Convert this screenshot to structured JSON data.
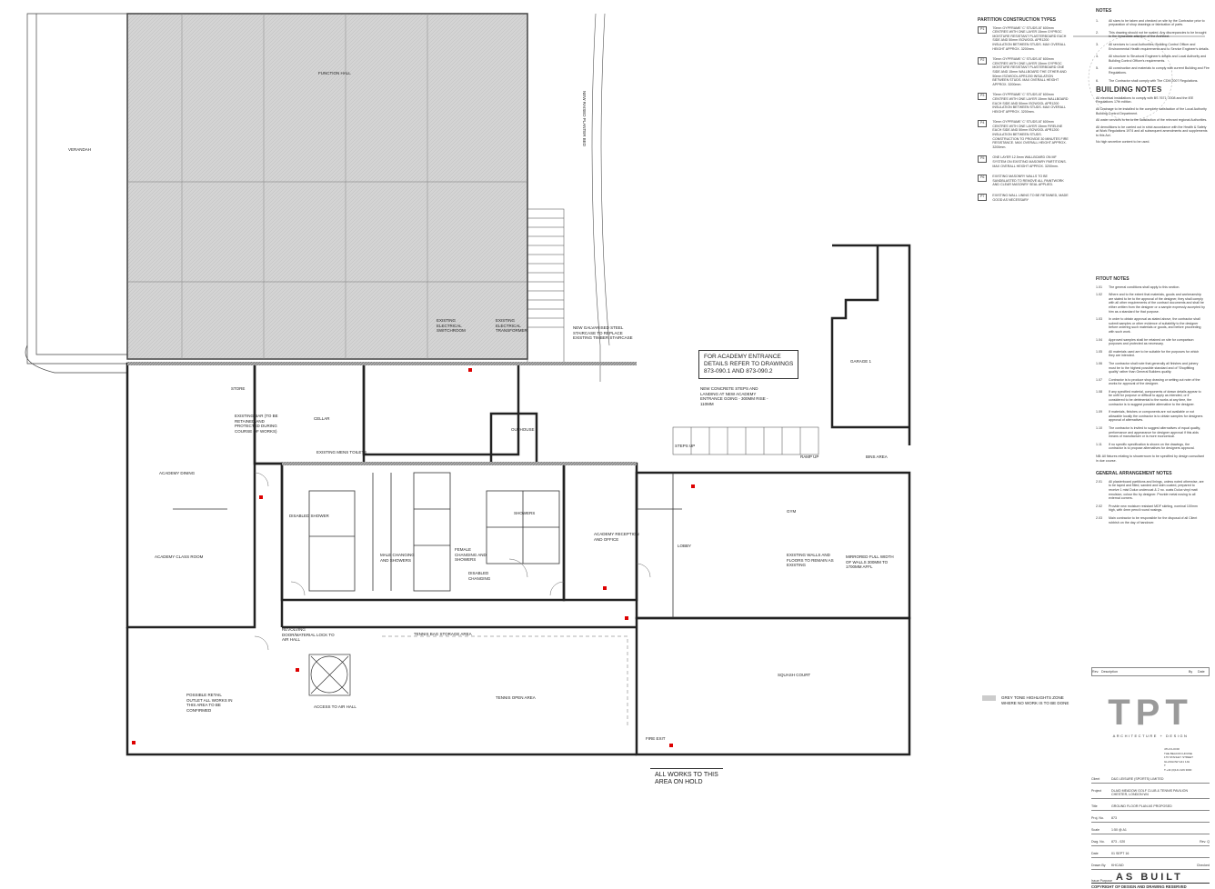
{
  "rooms": {
    "function_hall": "FUNCTION HALL",
    "verandah": "VERANDAH",
    "new_raised_planter": "NEW RAISED PLANTER BED",
    "existing_switchroom": "EXISTING ELECTRICAL SWITCHROOM",
    "existing_transformer": "EXISTING ELECTRICAL TRANSFORMER",
    "store": "STORE",
    "cellar": "CELLAR",
    "outhouse": "OUTHOUSE",
    "existing_mens_toilets": "EXISTING MENS TOILETS",
    "academy_dining": "ACADEMY DINING",
    "academy_class_room": "ACADEMY CLASS ROOM",
    "disabled_shower": "DISABLED SHOWER",
    "male_changing": "MALE CHANGING AND SHOWERS",
    "female_changing": "FEMALE CHANGING AND SHOWERS",
    "showers": "SHOWERS",
    "disabled_changing": "DISABLED CHANGING",
    "academy_reception": "ACADEMY RECEPTION AND OFFICE",
    "lobby": "LOBBY",
    "gym": "GYM",
    "garage": "GARAGE 1",
    "bins_area": "BINS AREA",
    "tennis_bag_storage": "TENNIS BAG STORAGE AREA",
    "tennis_open_area": "TENNIS OPEN AREA",
    "squash_court": "SQUASH COURT",
    "access_to_air_hall": "ACCESS TO AIR HALL",
    "revolving_door": "REVOLVING DOOR/MATERIAL LOCK TO AIR HALL",
    "existing_bar": "EXISTING BAR (TO BE RETAINED AND PROTECTED DURING COURSE OF WORKS)",
    "possible_retail_outlet": "POSSIBLE RETAIL OUTLET ALL WORKS IN THIS AREA TO BE CONFIRMED",
    "steps_up": "STEPS UP",
    "ramp_up": "RAMP UP",
    "fire_exit": "FIRE EXIT"
  },
  "annotations": {
    "entrance_details": "FOR ACADEMY ENTRANCE\nDETAILS REFER TO DRAWINGS\n873-090.1 AND 873-090.2",
    "concrete_steps": "NEW CONCRETE STEPS AND LANDING AT NEW ACADEMY ENTRANCE GOING - 300mm RISE - 110mm",
    "galvanised_staircase": "NEW GALVANISED STEEL STAIRCASE TO REPLACE EXISTING TIMBER STAIRCASE",
    "existing_walls": "EXISTING WALLS AND FLOORS TO REMAIN AS EXISTING",
    "mirrored_wall": "MIRRORED FULL WIDTH OF WALLS 300mm TO 1700mm AFFL",
    "all_works_on_hold": "ALL WORKS TO THIS\nAREA ON HOLD"
  },
  "legend": {
    "grey_tone": "GREY TONE HIGHLIGHTS ZONE\nWHERE NO WORK IS TO BE DONE",
    "grey_color": "#cccccc"
  },
  "partition_types": {
    "title": "PARTITION CONSTRUCTION TYPES",
    "items": [
      {
        "tag": "P1",
        "text": "70mm GYPFRAME 'C' STUDS AT 600mm CENTRES WITH ONE LAYER 15mm GYPROC MOISTURE RESISTANT PLASTERBOARD EACH SIDE AND 50mm ISOWOOL APR1200 INSULATION BETWEEN STUDS. MAX OVERALL HEIGHT APPROX. 3200mm."
      },
      {
        "tag": "P2",
        "text": "70mm GYPFRAME 'C' STUDS AT 600mm CENTRES WITH ONE LAYER 15mm GYPROC MOISTURE RESISTANT PLASTERBOARD ONE SIDE AND 15mm WALLBOARD THE OTHER AND 50mm ISOWOOL APR1200 INSULATION BETWEEN STUDS. MAX OVERALL HEIGHT APPROX. 3200mm."
      },
      {
        "tag": "P3",
        "text": "70mm GYPFRAME 'C' STUDS AT 600mm CENTRES WITH ONE LAYER 15mm WALLBOARD EACH SIDE AND 50mm ISOWOOL APR1200 INSULATION BETWEEN STUDS. MAX OVERALL HEIGHT APPROX. 3200mm."
      },
      {
        "tag": "P4",
        "text": "70mm GYPFRAME 'C' STUDS AT 600mm CENTRES WITH ONE LAYER 15mm FIRELINE EACH SIDE AND 50mm ISOWOOL APR1200 INSULATION BETWEEN STUDS. CONSTRUCTION TO PROVIDE 30 MINUTES FIRE RESISTANCE. MAX OVERALL HEIGHT APPROX. 3200mm."
      },
      {
        "tag": "P5",
        "text": "ONE LAYER 12.5mm WALLBOARD ON MF SYSTEM ON EXISTING MASONRY PARTITIONS. MAX OVERALL HEIGHT APPROX. 3200mm."
      },
      {
        "tag": "P6",
        "text": "EXISTING MASONRY WALLS TO BE SANDBLASTED TO REMOVE ALL PAINTWORK AND CLEAR MASONRY SEAL APPLIED."
      },
      {
        "tag": "P7",
        "text": "EXISTING WALL LINING TO BE RETAINED, MADE GOOD AS NECESSARY"
      }
    ]
  },
  "notes": {
    "title": "NOTES",
    "items": [
      "All sizes to be taken and checked on site by the Contractor prior to preparation of shop drawings or fabrication of parts.",
      "This drawing should not be scaled. Any discrepancies to be brought to the immediate attention of the Architect.",
      "All services to Local Authorities, Building Control Officer and Environmental Health requirements and to Service Engineer's details.",
      "All structure to Structural Engineer's details and Local Authority and Building Control Officer's requirements.",
      "All construction and materials to comply with current Building and Fire Regulations.",
      "The Contractor shall comply with The CDM 2007 Regulations."
    ]
  },
  "building_notes": {
    "title": "BUILDING NOTES",
    "paragraphs": [
      "All electrical installations to comply with BS 7671: 2008 and the IEE Regulations 17th edition.",
      "All Drainage to be installed to the complete satisfaction of the Local Authority Building Control Department.",
      "All water services to be to the satisfaction of the relevant regional Authorities.",
      "All demolitions to be carried out in strict accordance with the Health & Safety at Work Regulations 1974 and all subsequent amendments and supplements to this Act.",
      "No high secretive content to be used."
    ]
  },
  "fitout_notes": {
    "title": "FITOUT NOTES",
    "items": [
      {
        "num": "1.01",
        "text": "The general conditions shall apply to this section."
      },
      {
        "num": "1.02",
        "text": "Where and to the extent that materials, goods and workmanship are stated to be to the approval of the designer, they shall comply with all other requirements of the contract documents and shall be either written from the designer or a sample expressly accepted by him as a standard for that purpose."
      },
      {
        "num": "1.03",
        "text": "In order to obtain approval as stated above, the contractor shall submit samples or other evidence of suitability to the designer before ordering such materials or goods, and before proceeding with such work."
      },
      {
        "num": "1.04",
        "text": "Approved samples shall be retained on site for comparison purposes and protected as necessary."
      },
      {
        "num": "1.05",
        "text": "All materials used are to be suitable for the purposes for which they are intended."
      },
      {
        "num": "1.06",
        "text": "The contractor shall note that generally all finishes and joinery must be to the highest possible standard and of 'Shopfitting quality' rather than General Builders quality."
      },
      {
        "num": "1.07",
        "text": "Contractor is to produce shop drawing or setting out note of the works for approval of the designer."
      },
      {
        "num": "1.08",
        "text": "If any specified material, components of drawn details appear to be unfit for purpose or difficult to apply as intended, or if considered to be detrimental to the works at any time, the contractor is to suggest possible alternative to the designer."
      },
      {
        "num": "1.09",
        "text": "If materials, finishes or components are not available or not allowable locally the contractor is to obtain samples for designers approval of alternatives."
      },
      {
        "num": "1.10",
        "text": "The contractor is invited to suggest alternatives of equal quality, performance and appearance for designer approval if this aids means of manufacture or is more economical."
      },
      {
        "num": "1.11",
        "text": "If no specific specification is shown on the drawings, the contractor is to propose alternatives for designers approval."
      }
    ],
    "nb": "NB: All fixtures relating to showerroom to be specified by design consultant in due course."
  },
  "general_arrangement_notes": {
    "title": "GENERAL ARRANGEMENT NOTES",
    "items": [
      {
        "num": "2.01",
        "text": "All plasterboard partitions and linings, unless noted otherwise, are to be taped and filled, sanded and skim coated, prepared to receive 1 mist Dulux undercoat & 2 no. coats Dulux vinyl matt emulsion, colour tbc by designer. Provide metal nosing to all external corners."
      },
      {
        "num": "2.02",
        "text": "Provide new moisture resistant MDF skirting, nominal 100mm high, with 4mm pencil round nosings."
      },
      {
        "num": "2.03",
        "text": "Main contractor to be responsible for the disposal of all Client rubbish on the day of handover."
      }
    ]
  },
  "title_block": {
    "revision_header": {
      "rev": "Rev.",
      "description": "Description",
      "by": "By",
      "date": "Date"
    },
    "logo": "TPT",
    "tagline": "ARCHITECTURE + DESIGN",
    "address": [
      "4TH FLOOR",
      "THE BEACON HOUSE",
      "176 STANLEY STREET",
      "GLASGOW G41 1JH",
      "T",
      "T:+44 (0)141 429 3000"
    ],
    "client_label": "Client",
    "client": "D&G LEISURE (SPORTS) LIMITED",
    "project_label": "Project",
    "project": "DLAID MEADOW GOLF CLUB & TENNIS PAVILION\nCHESTER, LONDON W4",
    "title_label": "Title",
    "title": "GROUND FLOOR PLAN AS PROPOSED",
    "proj_no_label": "Proj. No.",
    "proj_no": "873",
    "scale_label": "Scale",
    "scale": "1:50 @ A1",
    "dwg_no_label": "Dwg. No.",
    "dwg_no": "873 - 020",
    "rev_label": "Rev.",
    "rev": "Q",
    "date_label": "Date",
    "date": "01 SEPT 16",
    "drawn_by_label": "Drawn By",
    "drawn_by": "KHC/AD",
    "checked_label": "Checked",
    "issue_purpose_label": "Issue Purpose",
    "issue_purpose": "AS BUILT",
    "copyright": "COPYRIGHT OF DESIGN AND DRAWING RESERVED"
  }
}
